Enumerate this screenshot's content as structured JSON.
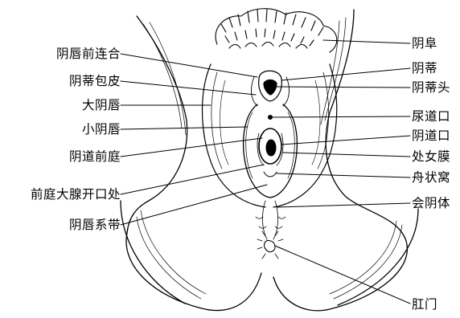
{
  "labels": {
    "left": [
      "阴唇前连合",
      "阴蒂包皮",
      "大阴唇",
      "小阴唇",
      "阴道前庭",
      "前庭大腺开口处",
      "阴唇系带"
    ],
    "right": [
      "阴阜",
      "阴蒂",
      "阴蒂头",
      "尿道口",
      "阴道口",
      "处女膜",
      "舟状窝",
      "会阴体",
      "肛门"
    ]
  },
  "colors": {
    "ink": "#000000",
    "paper": "#ffffff"
  }
}
